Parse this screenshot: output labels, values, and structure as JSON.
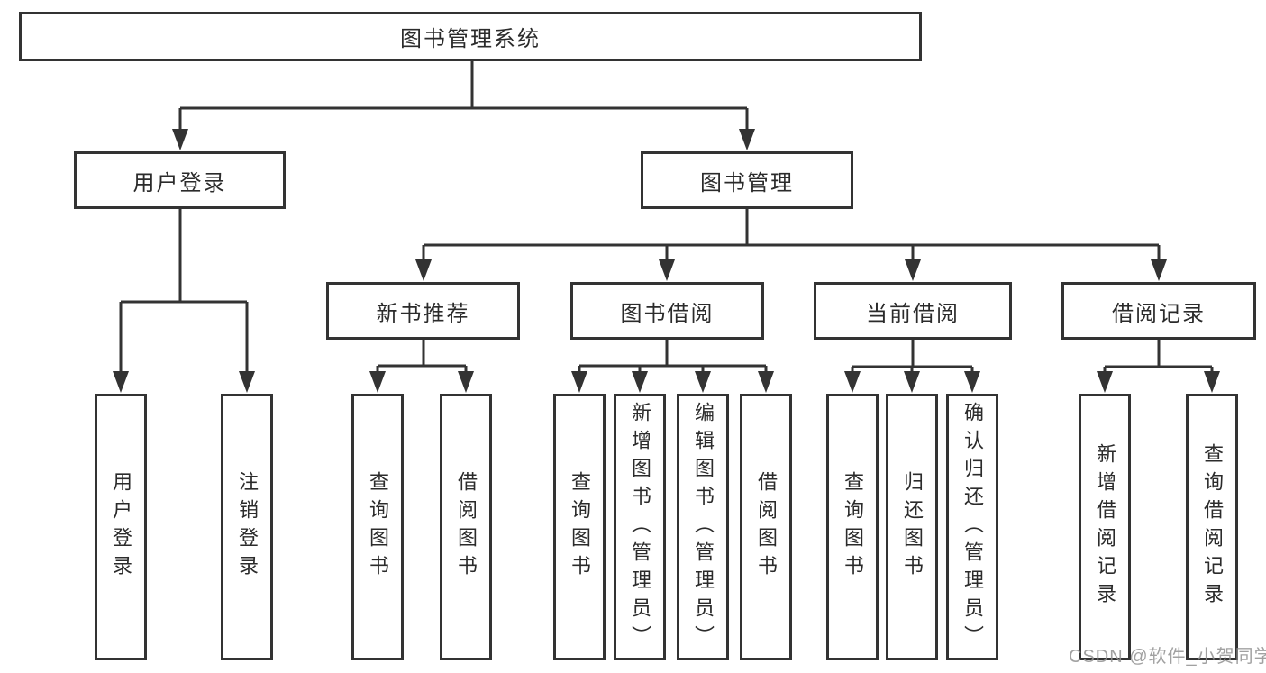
{
  "diagram": {
    "root": {
      "label": "图书管理系统"
    },
    "branches": [
      {
        "label": "用户登录",
        "children": [
          {
            "label": "用户登录"
          },
          {
            "label": "注销登录"
          }
        ]
      },
      {
        "label": "图书管理",
        "children": [
          {
            "label": "新书推荐",
            "children": [
              {
                "label": "查询图书"
              },
              {
                "label": "借阅图书"
              }
            ]
          },
          {
            "label": "图书借阅",
            "children": [
              {
                "label": "查询图书"
              },
              {
                "label": "新增图书（管理员）"
              },
              {
                "label": "编辑图书（管理员）"
              },
              {
                "label": "借阅图书"
              }
            ]
          },
          {
            "label": "当前借阅",
            "children": [
              {
                "label": "查询图书"
              },
              {
                "label": "归还图书"
              },
              {
                "label": "确认归还（管理员）"
              }
            ]
          },
          {
            "label": "借阅记录",
            "children": [
              {
                "label": "新增借阅记录"
              },
              {
                "label": "查询借阅记录"
              }
            ]
          }
        ]
      }
    ]
  },
  "watermark": {
    "text": "CSDN @软件_小贺同学"
  },
  "colors": {
    "line": "#333333",
    "box_border": "#333333",
    "text": "#2b2b2b",
    "watermark": "#919191",
    "background": "#ffffff"
  }
}
